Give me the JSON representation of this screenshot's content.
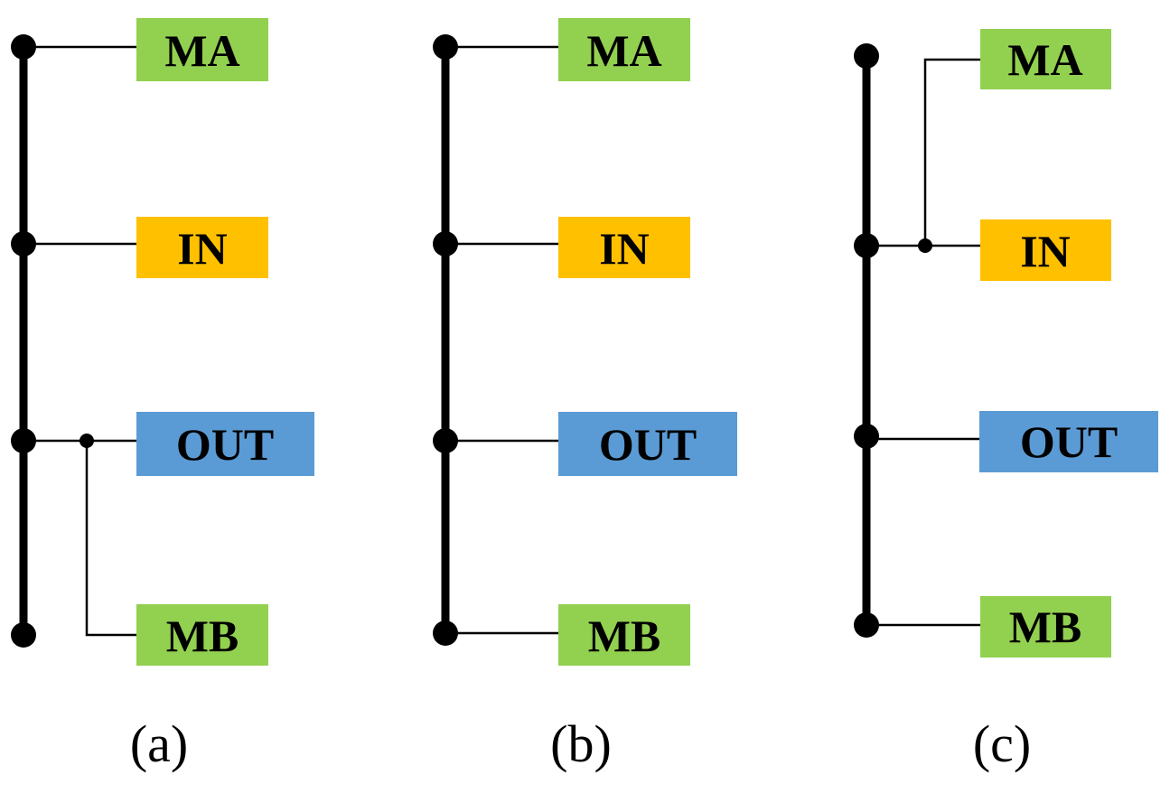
{
  "colors": {
    "green": "#92d050",
    "orange": "#ffc000",
    "blue": "#5b9bd5",
    "line": "#000000"
  },
  "panels": [
    {
      "caption": "(a)",
      "boxes": [
        {
          "label": "MA",
          "color": "green"
        },
        {
          "label": "IN",
          "color": "orange"
        },
        {
          "label": "OUT",
          "color": "blue"
        },
        {
          "label": "MB",
          "color": "green"
        }
      ],
      "connections": "MA, IN and OUT connect to the bus; MB connects via a junction on the OUT line"
    },
    {
      "caption": "(b)",
      "boxes": [
        {
          "label": "MA",
          "color": "green"
        },
        {
          "label": "IN",
          "color": "orange"
        },
        {
          "label": "OUT",
          "color": "blue"
        },
        {
          "label": "MB",
          "color": "green"
        }
      ],
      "connections": "MA, IN, OUT and MB all connect directly to the bus"
    },
    {
      "caption": "(c)",
      "boxes": [
        {
          "label": "MA",
          "color": "green"
        },
        {
          "label": "IN",
          "color": "orange"
        },
        {
          "label": "OUT",
          "color": "blue"
        },
        {
          "label": "MB",
          "color": "green"
        }
      ],
      "connections": "IN, OUT and MB connect to the bus; MA connects via a junction on the IN line"
    }
  ]
}
